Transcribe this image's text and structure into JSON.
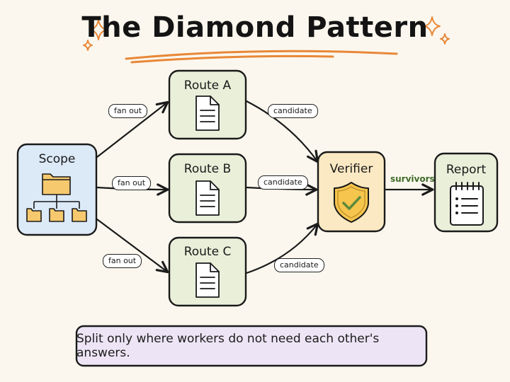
{
  "title": "The Diamond Pattern",
  "nodes": {
    "scope": "Scope",
    "route_a": "Route A",
    "route_b": "Route B",
    "route_c": "Route C",
    "verifier": "Verifier",
    "report": "Report"
  },
  "edge_labels": {
    "fan_out_a": "fan out",
    "fan_out_b": "fan out",
    "fan_out_c": "fan out",
    "candidate_a": "candidate",
    "candidate_b": "candidate",
    "candidate_c": "candidate",
    "survivors": "survivors"
  },
  "caption": "Split only where workers do not need each other's answers.",
  "colors": {
    "scope_fill": "#dce9f7",
    "route_fill": "#e9efd9",
    "verifier_fill": "#fbe9c3",
    "report_fill": "#e9efd9",
    "caption_fill": "#ede5f5",
    "folder": "#f6c96e",
    "shield": "#f5c54e",
    "check": "#5d8a3a",
    "sparkle": "#e88838",
    "underline": "#e88838",
    "survivors_text": "#3f6b27"
  },
  "icons": {
    "scope": "folder-tree-icon",
    "routes": "document-icon",
    "verifier": "shield-check-icon",
    "report": "notepad-checklist-icon",
    "title_decoration": "sparkle-icon"
  }
}
